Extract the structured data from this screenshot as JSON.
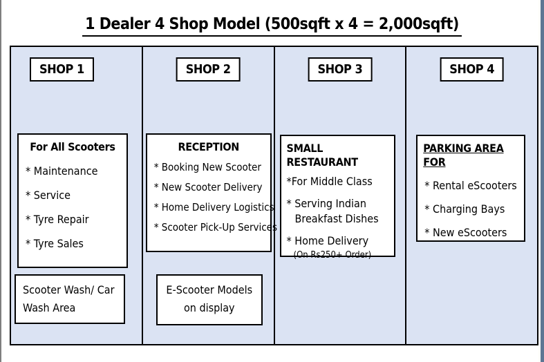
{
  "title": "1 Dealer 4 Shop Model (500sqft x 4 = 2,000sqft)",
  "shops": [
    {
      "label": "SHOP 1",
      "box": {
        "heading": "For All Scooters",
        "items": [
          "* Maintenance",
          "* Service",
          "* Tyre Repair",
          "* Tyre Sales"
        ]
      },
      "bottom": {
        "lines": [
          "Scooter Wash/ Car",
          "Wash Area"
        ]
      }
    },
    {
      "label": "SHOP 2",
      "box": {
        "heading": "RECEPTION",
        "items": [
          "* Booking New Scooter",
          "* New Scooter Delivery",
          "* Home Delivery Logistics",
          "* Scooter Pick-Up Services"
        ]
      },
      "bottom": {
        "lines": [
          "E-Scooter Models",
          "on display"
        ]
      }
    },
    {
      "label": "SHOP 3",
      "box": {
        "heading": "SMALL RESTAURANT",
        "items": [
          "*For Middle Class",
          "* Serving Indian",
          "Breakfast Dishes",
          "* Home Delivery",
          "(On Rs250+ Order)"
        ]
      }
    },
    {
      "label": "SHOP 4",
      "box": {
        "heading": "PARKING AREA FOR",
        "items": [
          "* Rental eScooters",
          "* Charging Bays",
          "* New eScooters"
        ]
      }
    }
  ],
  "colors": {
    "panel_bg": "#dbe3f3",
    "box_bg": "#ffffff",
    "border": "#000000",
    "right_bar": "#5d7693",
    "left_line": "#7f7f7f"
  }
}
